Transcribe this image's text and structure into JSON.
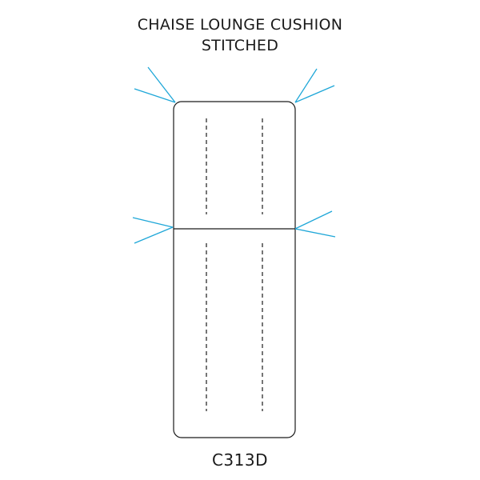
{
  "title": {
    "line1": "CHAISE LOUNGE CUSHION",
    "line2": "STITCHED"
  },
  "product_code": "C313D",
  "colors": {
    "outline": "#1a1a1a",
    "tie": "#1fa7d8",
    "background": "#ffffff"
  }
}
